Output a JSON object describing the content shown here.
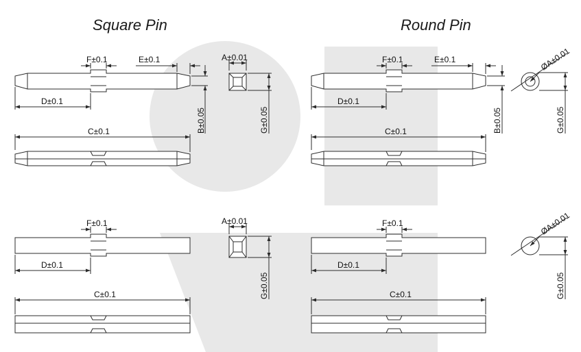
{
  "titles": {
    "square": "Square Pin",
    "round": "Round Pin"
  },
  "dims": {
    "F": "F±0.1",
    "E": "E±0.1",
    "D": "D±0.1",
    "C": "C±0.1",
    "A_square": "A±0.01",
    "B": "B±0.05",
    "G": "G±0.05",
    "A_round": "ØA±0.01"
  },
  "colors": {
    "line": "#2b2b2b",
    "watermark": "#e8e8e8"
  }
}
